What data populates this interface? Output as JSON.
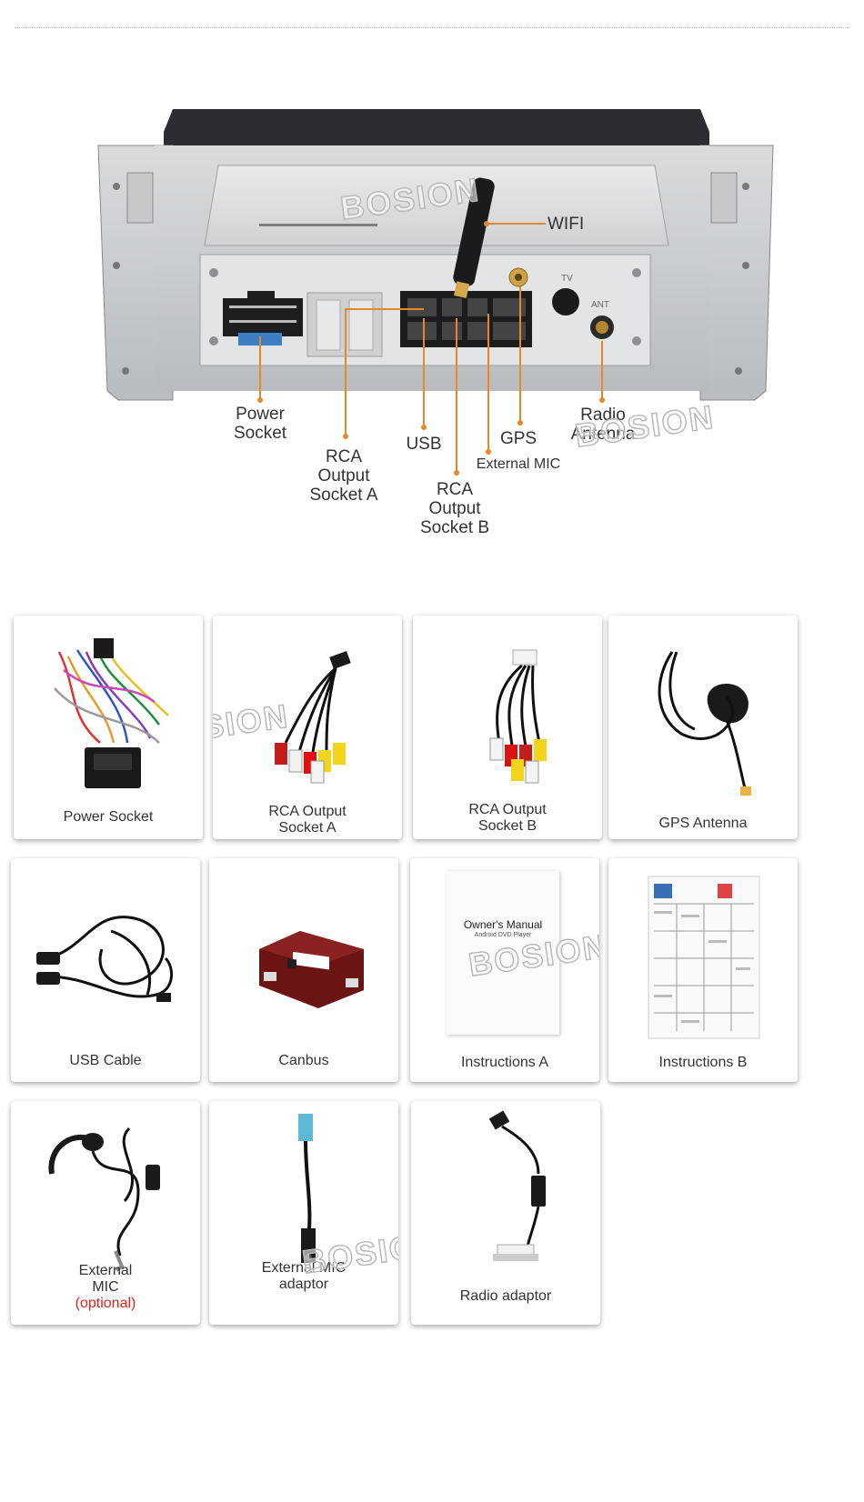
{
  "watermark_text": "BOSION",
  "colors": {
    "accent": "#e8872a",
    "optional": "#e2211c",
    "text": "#333333"
  },
  "unit_callouts": {
    "wifi": "WIFI",
    "power_socket": [
      "Power",
      "Socket"
    ],
    "rca_a": [
      "RCA",
      "Output",
      "Socket A"
    ],
    "usb": "USB",
    "rca_b": [
      "RCA",
      "Output",
      "Socket B"
    ],
    "gps": "GPS",
    "external_mic": "External MIC",
    "radio_antenna": [
      "Radio",
      "Antenna"
    ]
  },
  "unit_markings": {
    "tv": "TV",
    "ant": "ANT"
  },
  "accessories": [
    {
      "label": [
        "Power Socket"
      ],
      "icon": "wiring-harness-icon"
    },
    {
      "label": [
        "RCA Output",
        "Socket A"
      ],
      "icon": "rca-cable-icon"
    },
    {
      "label": [
        "RCA Output",
        "Socket B"
      ],
      "icon": "rca-cable-icon"
    },
    {
      "label": [
        "GPS Antenna"
      ],
      "icon": "gps-antenna-icon"
    },
    {
      "label": [
        "USB Cable"
      ],
      "icon": "usb-cable-icon"
    },
    {
      "label": [
        "Canbus"
      ],
      "icon": "canbus-box-icon"
    },
    {
      "label": [
        "Instructions A"
      ],
      "icon": "manual-icon",
      "cover_title": "Owner's Manual",
      "cover_subtitle": "Android DVD Player"
    },
    {
      "label": [
        "Instructions B"
      ],
      "icon": "instruction-sheet-icon"
    },
    {
      "label": [
        "External",
        "MIC"
      ],
      "optional": "(optional)",
      "icon": "microphone-icon"
    },
    {
      "label": [
        "External MIC",
        "adaptor"
      ],
      "icon": "mic-adaptor-icon"
    },
    {
      "label": [
        "Radio adaptor"
      ],
      "icon": "radio-adaptor-icon"
    }
  ]
}
